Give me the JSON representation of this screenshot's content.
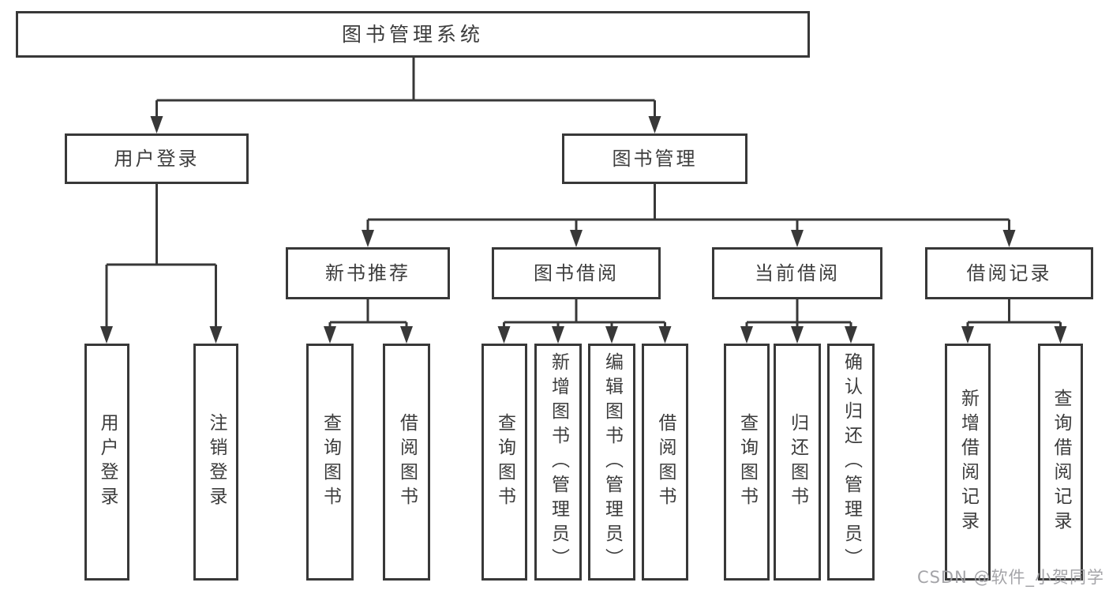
{
  "colors": {
    "line": "#383838",
    "box_border": "#383838",
    "text": "#3d3d3d",
    "watermark": "#9d9da1",
    "background": "#ffffff"
  },
  "diagram": {
    "title": "图书管理系统",
    "branches": [
      {
        "label": "用户登录",
        "children": [
          {
            "label": "用户登录"
          },
          {
            "label": "注销登录"
          }
        ]
      },
      {
        "label": "图书管理",
        "children": [
          {
            "label": "新书推荐",
            "children": [
              {
                "label": "查询图书"
              },
              {
                "label": "借阅图书"
              }
            ]
          },
          {
            "label": "图书借阅",
            "children": [
              {
                "label": "查询图书"
              },
              {
                "label": "新增图书（管理员）"
              },
              {
                "label": "编辑图书（管理员）"
              },
              {
                "label": "借阅图书"
              }
            ]
          },
          {
            "label": "当前借阅",
            "children": [
              {
                "label": "查询图书"
              },
              {
                "label": "归还图书"
              },
              {
                "label": "确认归还（管理员）"
              }
            ]
          },
          {
            "label": "借阅记录",
            "children": [
              {
                "label": "新增借阅记录"
              },
              {
                "label": "查询借阅记录"
              }
            ]
          }
        ]
      }
    ]
  },
  "watermark": {
    "text": "CSDN @软件_小贺同学"
  }
}
